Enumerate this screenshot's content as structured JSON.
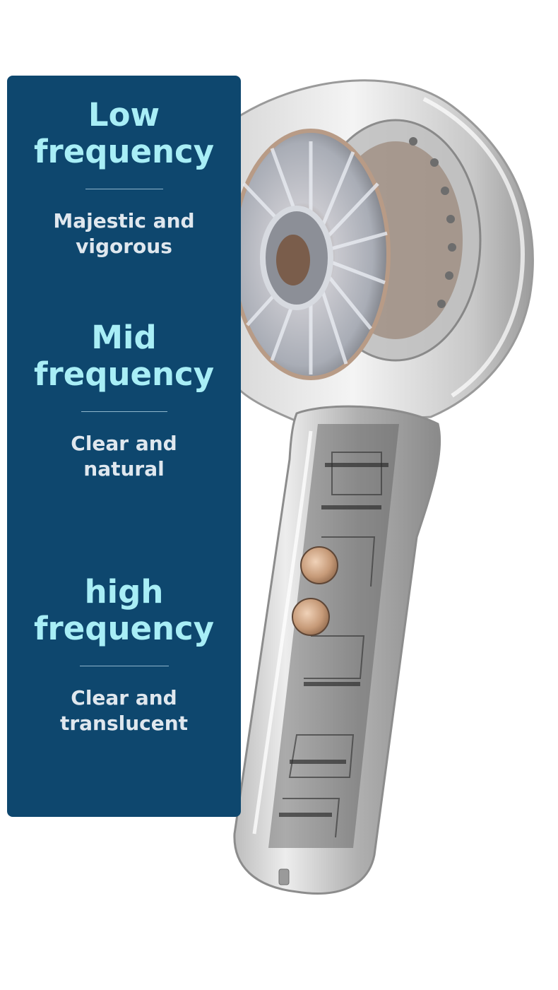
{
  "sections": [
    {
      "title_line1": "Low",
      "title_line2": "frequency",
      "desc_line1": "Majestic and",
      "desc_line2": "vigorous"
    },
    {
      "title_line1": "Mid",
      "title_line2": "frequency",
      "desc_line1": "Clear and",
      "desc_line2": "natural"
    },
    {
      "title_line1": "high",
      "title_line2": "frequency",
      "desc_line1": "Clear and",
      "desc_line2": "translucent"
    }
  ],
  "colors": {
    "panel": "#0e476e",
    "heading": "#a8eef6",
    "subtext": "#dfe7ee",
    "divider": "#8fb6cc"
  },
  "product_image": {
    "icon": "transparent-earbud-illustration"
  }
}
